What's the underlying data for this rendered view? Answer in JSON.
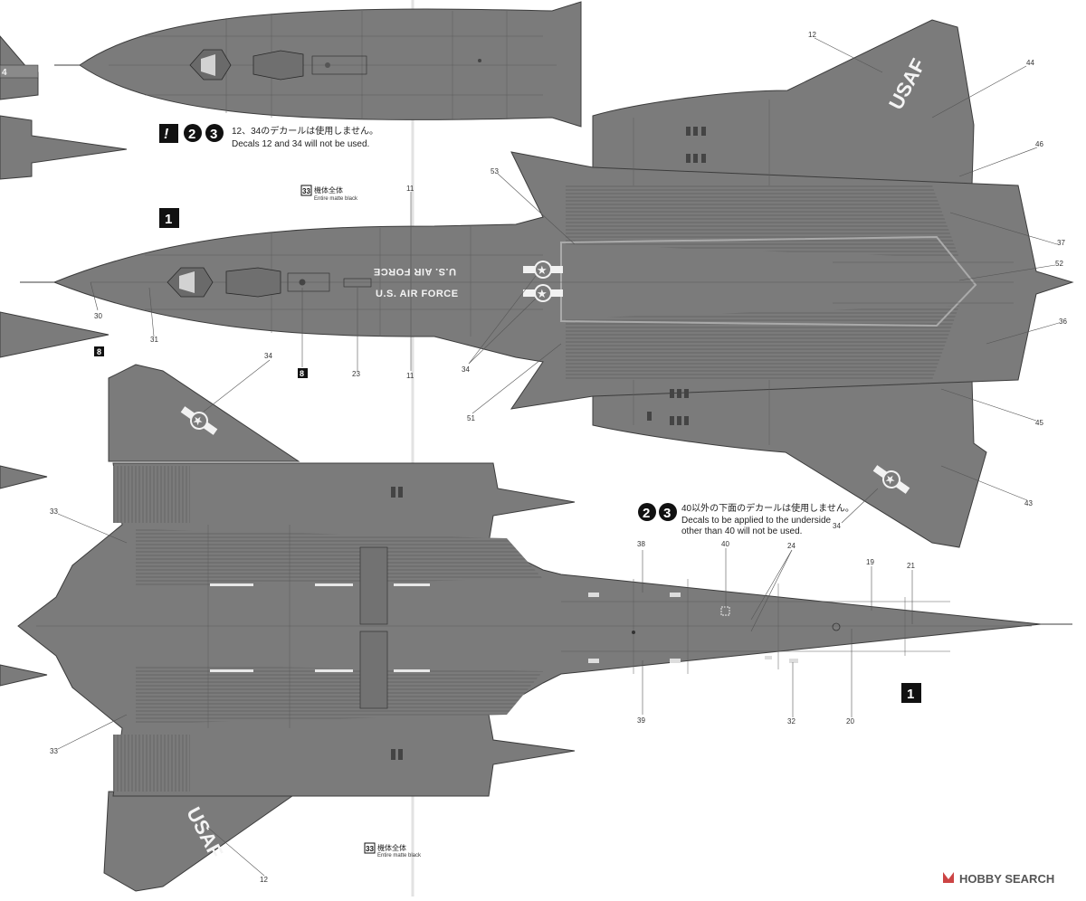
{
  "notes": {
    "top_badges": [
      "!",
      "2",
      "3"
    ],
    "top_jp": "12、34のデカールは使用しません。",
    "top_en": "Decals 12 and 34 will not be used.",
    "mid_badges": [
      "2",
      "3"
    ],
    "mid_jp": "40以外の下面のデカールは使用しません。",
    "mid_en1": "Decals to be applied to the underside",
    "mid_en2": "other than 40 will not be used."
  },
  "color_notes": {
    "upper_num": "33",
    "upper_jp": "機体全体",
    "upper_en": "Entire matte black",
    "lower_num": "33",
    "lower_jp": "機体全体",
    "lower_en": "Entire matte black"
  },
  "variant_badges": {
    "upper": "1",
    "lower": "1"
  },
  "decals": {
    "air_force_1": "U.S. AIR FORCE",
    "air_force_2": "U.S. AIR FORCE",
    "usaf": "USAF",
    "tail_number_fragment": "4"
  },
  "callouts": [
    "12",
    "44",
    "46",
    "53",
    "11",
    "37",
    "52",
    "36",
    "30",
    "31",
    "8",
    "23",
    "11",
    "34",
    "51",
    "45",
    "43",
    "34",
    "34",
    "33",
    "40",
    "38",
    "24",
    "19",
    "21",
    "33",
    "39",
    "32",
    "20",
    "12",
    "1",
    "8"
  ],
  "watermark": {
    "text": "HOBBY SEARCH"
  },
  "colors": {
    "airframe": "#7b7b7b",
    "panel_line": "#5c5c5c",
    "outline": "#3c3c3c",
    "decal_white": "#f2f2f2",
    "paper": "#ffffff"
  }
}
